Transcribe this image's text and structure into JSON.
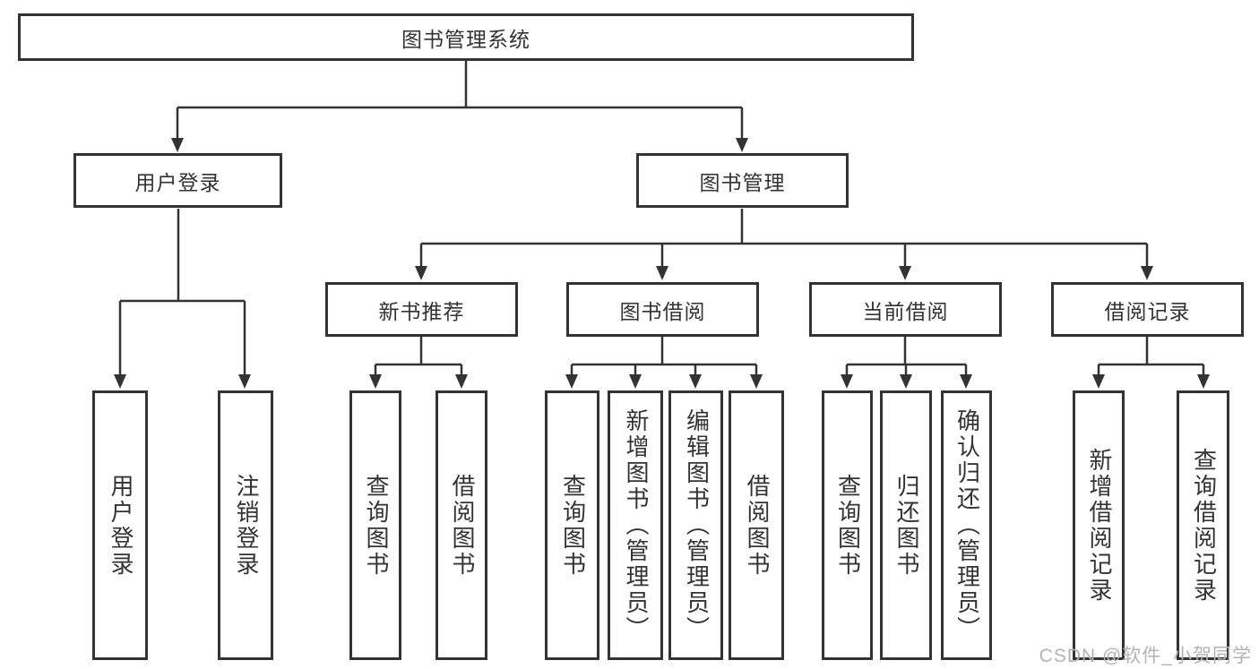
{
  "nodes": {
    "root": "图书管理系统",
    "login": "用户登录",
    "management": "图书管理",
    "branches": [
      "新书推荐",
      "图书借阅",
      "当前借阅",
      "借阅记录"
    ],
    "login_children": [
      "用户登录",
      "注销登录"
    ],
    "recommend_children": [
      "查询图书",
      "借阅图书"
    ],
    "borrow_children": [
      "查询图书",
      "新增图书（管理员）",
      "编辑图书（管理员）",
      "借阅图书"
    ],
    "current_children": [
      "查询图书",
      "归还图书",
      "确认归还（管理员）"
    ],
    "record_children": [
      "新增借阅记录",
      "查询借阅记录"
    ]
  },
  "watermark": "CSDN @软件_小贺同学",
  "colors": {
    "line": "#333333",
    "text": "#333333",
    "box_fill": "#ffffff",
    "watermark": "#b3b3b3"
  }
}
